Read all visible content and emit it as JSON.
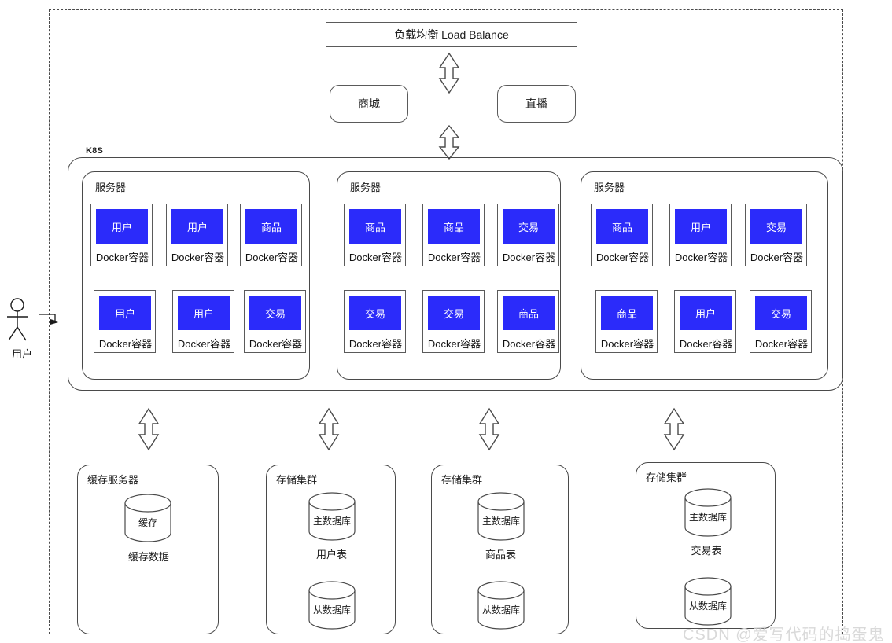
{
  "diagram": {
    "title": "",
    "boundary_style": "dashed",
    "accent_color": "#2b2bfa",
    "line_color": "#4a4a4a"
  },
  "load_balancer": {
    "label": "负载均衡 Load Balance"
  },
  "entries": [
    {
      "label": "商城"
    },
    {
      "label": "直播"
    }
  ],
  "k8s": {
    "label": "K8S",
    "servers": [
      {
        "label": "服务器",
        "containers": [
          {
            "service": "用户",
            "caption": "Docker容器"
          },
          {
            "service": "用户",
            "caption": "Docker容器"
          },
          {
            "service": "商品",
            "caption": "Docker容器"
          },
          {
            "service": "用户",
            "caption": "Docker容器"
          },
          {
            "service": "用户",
            "caption": "Docker容器"
          },
          {
            "service": "交易",
            "caption": "Docker容器"
          }
        ]
      },
      {
        "label": "服务器",
        "containers": [
          {
            "service": "商品",
            "caption": "Docker容器"
          },
          {
            "service": "商品",
            "caption": "Docker容器"
          },
          {
            "service": "交易",
            "caption": "Docker容器"
          },
          {
            "service": "交易",
            "caption": "Docker容器"
          },
          {
            "service": "交易",
            "caption": "Docker容器"
          },
          {
            "service": "商品",
            "caption": "Docker容器"
          }
        ]
      },
      {
        "label": "服务器",
        "containers": [
          {
            "service": "商品",
            "caption": "Docker容器"
          },
          {
            "service": "用户",
            "caption": "Docker容器"
          },
          {
            "service": "交易",
            "caption": "Docker容器"
          },
          {
            "service": "商品",
            "caption": "Docker容器"
          },
          {
            "service": "用户",
            "caption": "Docker容器"
          },
          {
            "service": "交易",
            "caption": "Docker容器"
          }
        ]
      }
    ]
  },
  "storage": [
    {
      "label": "缓存服务器",
      "caption": "缓存数据",
      "primary": "缓存",
      "replica": null
    },
    {
      "label": "存储集群",
      "caption": "用户表",
      "primary": "主数据库",
      "replica": "从数据库"
    },
    {
      "label": "存储集群",
      "caption": "商品表",
      "primary": "主数据库",
      "replica": "从数据库"
    },
    {
      "label": "存储集群",
      "caption": "交易表",
      "primary": "主数据库",
      "replica": "从数据库"
    }
  ],
  "actor": {
    "label": "用户"
  },
  "watermark": {
    "text": "CSDN @爱写代码的捣蛋鬼"
  }
}
